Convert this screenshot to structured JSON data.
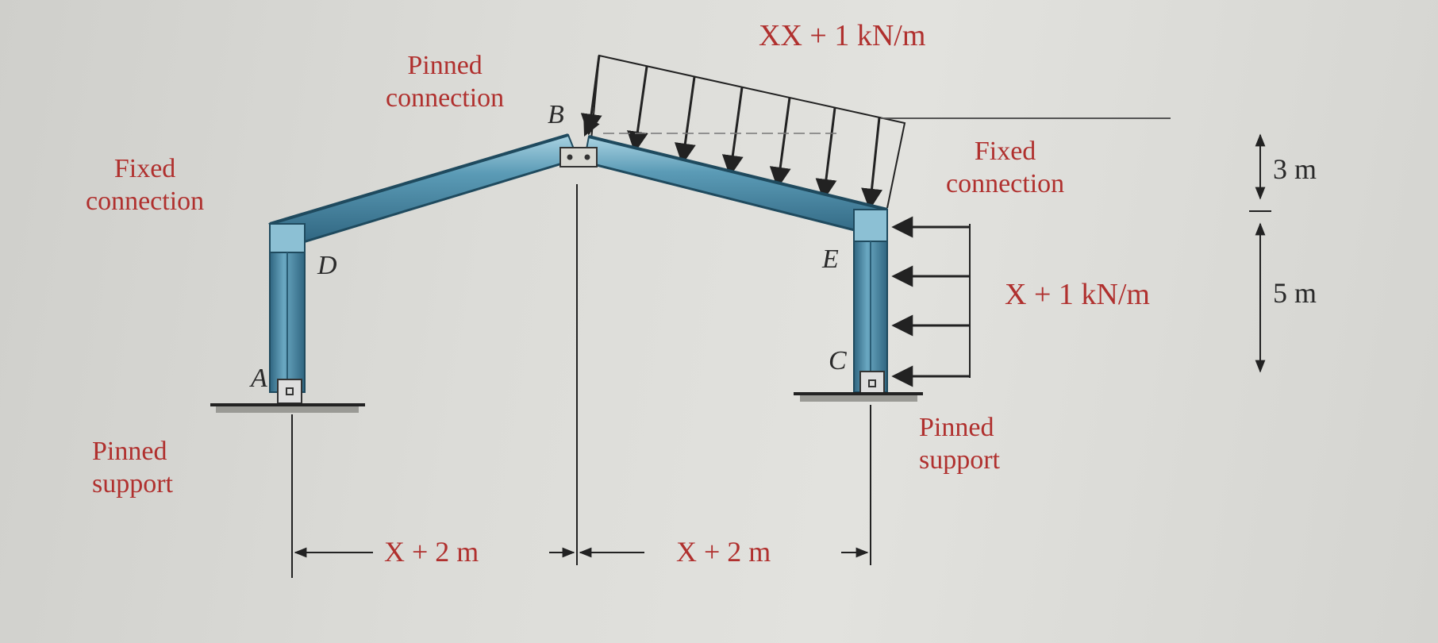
{
  "diagram": {
    "annotations": {
      "pinned_connection": [
        "Pinned",
        "connection"
      ],
      "fixed_connection_left": [
        "Fixed",
        "connection"
      ],
      "fixed_connection_right": [
        "Fixed",
        "connection"
      ],
      "pinned_support_left": [
        "Pinned",
        "support"
      ],
      "pinned_support_right": [
        "Pinned",
        "support"
      ]
    },
    "points": {
      "A": "A",
      "B": "B",
      "C": "C",
      "D": "D",
      "E": "E"
    },
    "loads": {
      "roof_distributed": "XX + 1 kN/m",
      "wall_distributed": "X + 1 kN/m"
    },
    "dimensions": {
      "span_left": "X + 2 m",
      "span_right": "X + 2 m",
      "rise": "3 m",
      "column_height": "5 m"
    },
    "colors": {
      "member_fill": "#4a8aa6",
      "member_dark": "#2f6580",
      "member_light": "#8cc0d4",
      "label_red": "#b0302e",
      "line": "#222222"
    }
  }
}
